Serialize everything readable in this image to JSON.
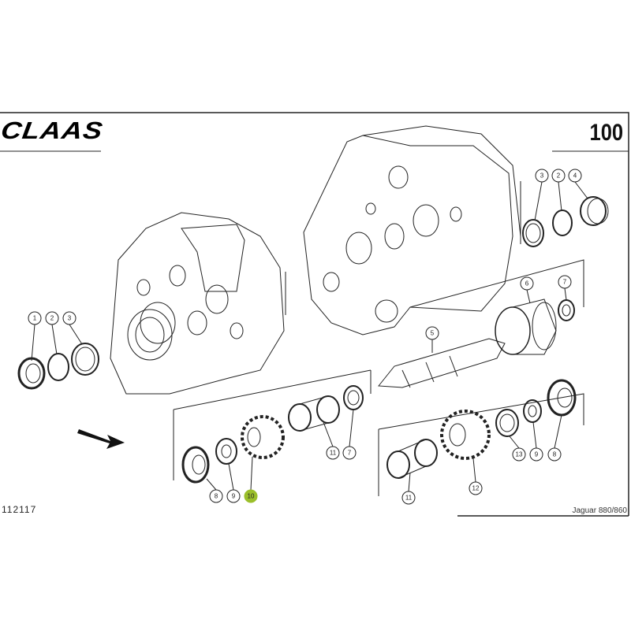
{
  "header": {
    "brand": "CLAAS",
    "page_number": "100"
  },
  "footer": {
    "drawing_number": "112117",
    "model": "Jaguar 880/860"
  },
  "colors": {
    "highlight": "#9bbf2a",
    "line": "#222222"
  },
  "callouts": [
    {
      "label": "1"
    },
    {
      "label": "2"
    },
    {
      "label": "3"
    },
    {
      "label": "3"
    },
    {
      "label": "2"
    },
    {
      "label": "4"
    },
    {
      "label": "6"
    },
    {
      "label": "7"
    },
    {
      "label": "5"
    },
    {
      "label": "11"
    },
    {
      "label": "7"
    },
    {
      "label": "8"
    },
    {
      "label": "9"
    },
    {
      "label": "10",
      "highlighted": true
    },
    {
      "label": "11"
    },
    {
      "label": "12"
    },
    {
      "label": "13"
    },
    {
      "label": "9"
    },
    {
      "label": "8"
    }
  ]
}
